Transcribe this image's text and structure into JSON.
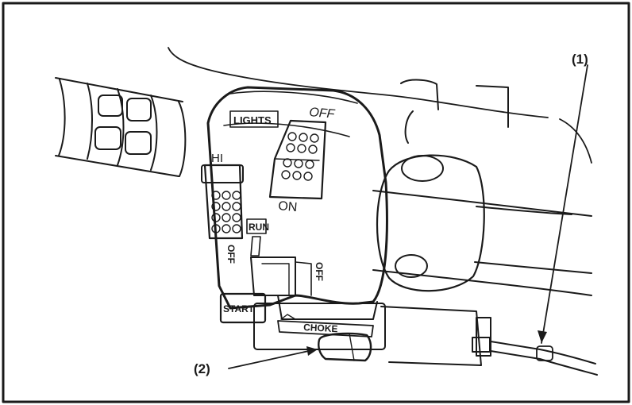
{
  "callouts": [
    {
      "id": "1",
      "text": "(1)"
    },
    {
      "id": "2",
      "text": "(2)"
    }
  ],
  "switch_labels": {
    "lights": "LIGHTS",
    "off_top": "OFF",
    "on": "ON",
    "hi": "HI",
    "run": "RUN",
    "off_left": "OFF",
    "off_right": "OFF",
    "start": "START",
    "choke": "CHOKE"
  },
  "colors": {
    "ink": "#1a1a1a",
    "paper": "#ffffff"
  }
}
